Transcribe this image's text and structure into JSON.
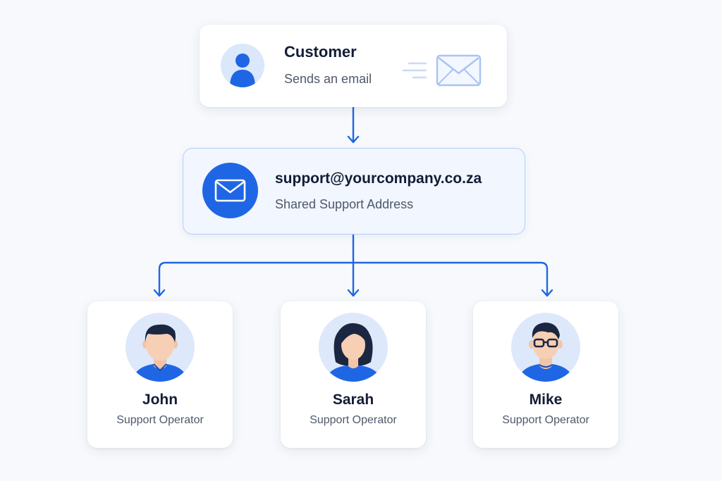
{
  "customer": {
    "title": "Customer",
    "subtitle": "Sends an email",
    "icons": [
      "user-icon",
      "envelope-icon",
      "motion-lines"
    ]
  },
  "support": {
    "email": "support@yourcompany.co.za",
    "subtitle": "Shared Support Address",
    "icon": "mail-icon"
  },
  "operators": [
    {
      "name": "John",
      "role": "Support Operator",
      "icon": "male-avatar-short-hair"
    },
    {
      "name": "Sarah",
      "role": "Support Operator",
      "icon": "female-avatar-long-hair"
    },
    {
      "name": "Mike",
      "role": "Support Operator",
      "icon": "male-avatar-glasses"
    }
  ],
  "colors": {
    "accent": "#1f66e5",
    "background": "#f7f9fc",
    "card": "#ffffff",
    "support_card": "#f1f6ff",
    "support_border": "#b7cdf6",
    "text_dark": "#131c36",
    "text_muted": "#4f586b",
    "avatar_bg": "#dde8fb"
  }
}
